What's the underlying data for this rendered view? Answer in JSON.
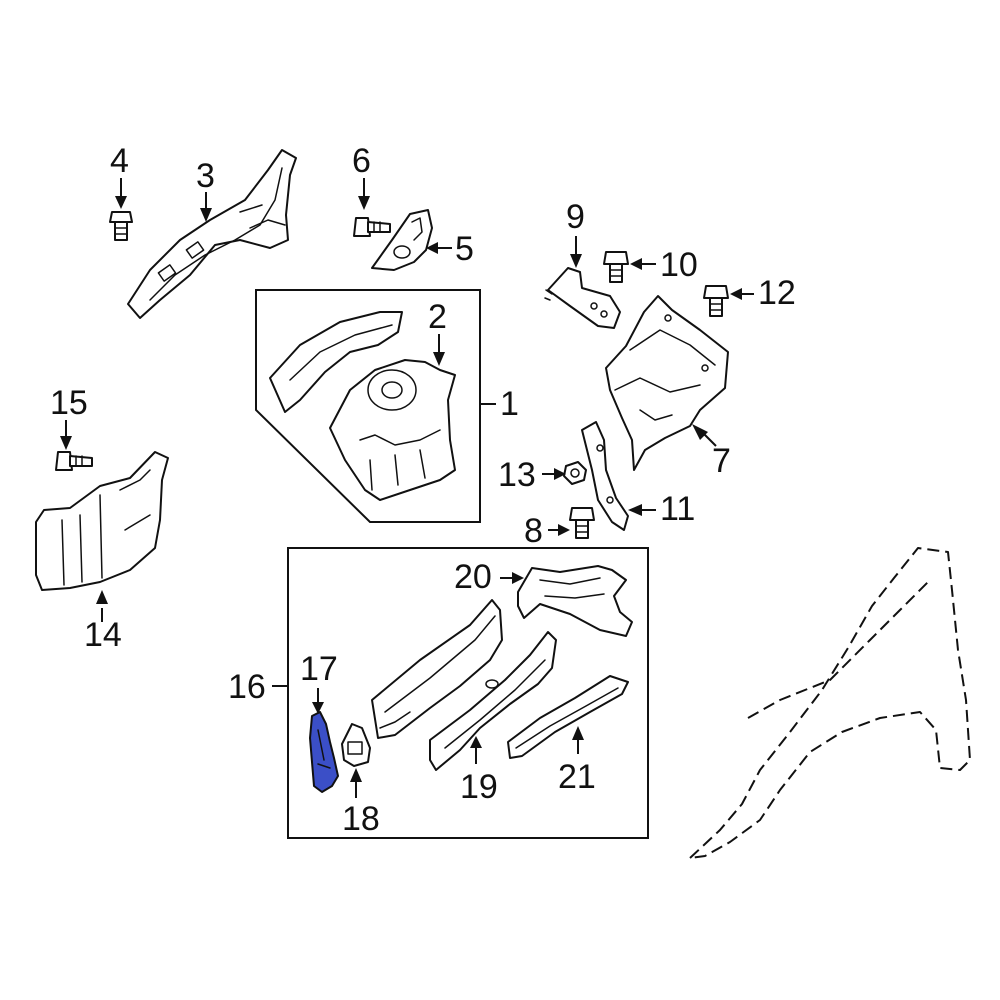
{
  "diagram": {
    "callouts": {
      "c1": "1",
      "c2": "2",
      "c3": "3",
      "c4": "4",
      "c5": "5",
      "c6": "6",
      "c7": "7",
      "c8": "8",
      "c9": "9",
      "c10": "10",
      "c11": "11",
      "c12": "12",
      "c13": "13",
      "c14": "14",
      "c15": "15",
      "c16": "16",
      "c17": "17",
      "c18": "18",
      "c19": "19",
      "c20": "20",
      "c21": "21"
    },
    "highlighted_part": "17",
    "highlight_color": "#3b4fc7",
    "line_color": "#111111"
  }
}
